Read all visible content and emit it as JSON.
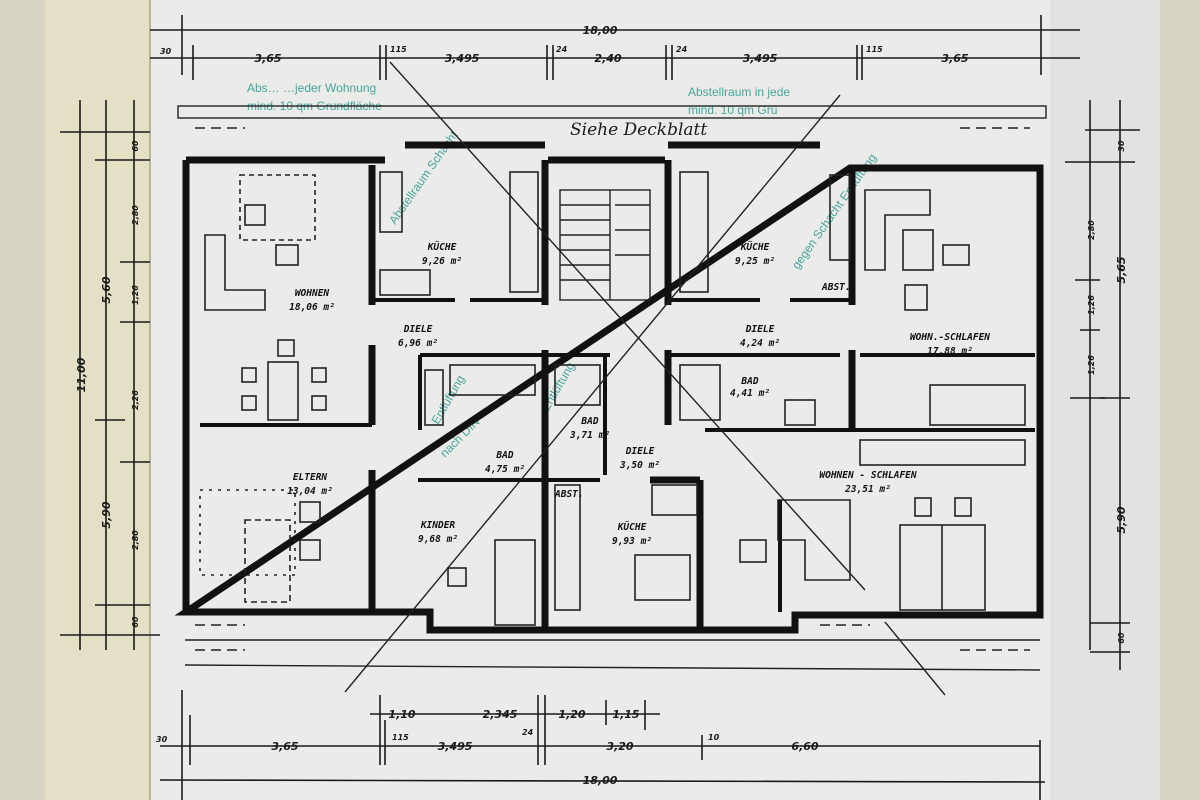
{
  "dimensions": {
    "top_total": "18,00",
    "top_segments": [
      "3,65",
      "3,495",
      "2,40",
      "3,495",
      "3,65"
    ],
    "top_small": [
      "30",
      "115",
      "24",
      "24",
      "115"
    ],
    "bottom_total": "18,00",
    "bottom_segments": [
      "3,65",
      "3,495",
      "3,20",
      "6,60"
    ],
    "bottom_small": [
      "30",
      "115",
      "24",
      "10"
    ],
    "bottom_upper": [
      "1,10",
      "2,345",
      "1,20",
      "1,15"
    ],
    "left_total": "11,00",
    "left_mid": [
      "5,60",
      "5,90"
    ],
    "left_inner": [
      "2,80",
      "1,26",
      "2,26",
      "2,80"
    ],
    "left_small": [
      "60",
      "60"
    ],
    "right_mid": [
      "5,65",
      "5,90"
    ],
    "right_inner": [
      "2,80",
      "1,26",
      "1,26"
    ],
    "right_small": [
      "30",
      "60"
    ]
  },
  "stamps": {
    "left_line1": "Abs…       …jeder Wohnung",
    "left_line2": "mind. 10 qm Grundfläche",
    "right_line1": "Abstellraum in jede",
    "right_line2": "mind. 10 qm Gru",
    "center_a": "Entlüftung",
    "center_b": "nach DIN",
    "center_c": "Entlüftung",
    "diag_a": "Abstellraum Schacht",
    "diag_b": "gegen Schacht Entlüftung"
  },
  "annotation": "Siehe Deckblatt",
  "rooms": [
    {
      "name": "WOHNEN",
      "area": "18,06 m²"
    },
    {
      "name": "KÜCHE",
      "area": "9,26 m²"
    },
    {
      "name": "KÜCHE",
      "area": "9,25 m²"
    },
    {
      "name": "DIELE",
      "area": "6,96 m²"
    },
    {
      "name": "DIELE",
      "area": "4,24 m²"
    },
    {
      "name": "WOHN.-SCHLAFEN",
      "area": "17,88 m²"
    },
    {
      "name": "BAD",
      "area": "4,41 m²"
    },
    {
      "name": "BAD",
      "area": "4,75 m²"
    },
    {
      "name": "BAD",
      "area": "3,71 m²"
    },
    {
      "name": "DIELE",
      "area": "3,50 m²"
    },
    {
      "name": "ELTERN",
      "area": "13,04 m²"
    },
    {
      "name": "KINDER",
      "area": "9,68 m²"
    },
    {
      "name": "KÜCHE",
      "area": "9,93 m²"
    },
    {
      "name": "WOHNEN - SCHLAFEN",
      "area": "23,51 m²"
    }
  ],
  "storage_labels": [
    "ABST.",
    "ABST."
  ],
  "colors": {
    "paper": "#ececec",
    "binding": "#e2dcc0",
    "ink": "#111111",
    "stamp": "#2a9a8c"
  }
}
